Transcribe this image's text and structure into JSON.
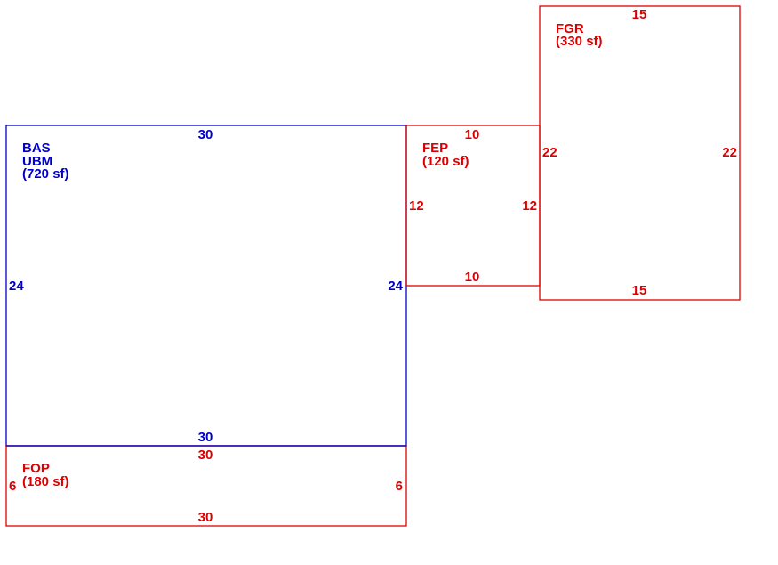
{
  "colors": {
    "main": "#0000cc",
    "addition": "#dd0000",
    "background": "#ffffff"
  },
  "areas": [
    {
      "id": "bas",
      "color": "main",
      "lines": [
        "BAS",
        "UBM",
        "(720 sf)"
      ],
      "dims": {
        "top": "30",
        "bottom": "30",
        "left": "24",
        "right": "24"
      }
    },
    {
      "id": "fep",
      "color": "addition",
      "lines": [
        "FEP",
        "(120 sf)"
      ],
      "dims": {
        "top": "10",
        "bottom": "10",
        "left": "12",
        "right": "12"
      }
    },
    {
      "id": "fgr",
      "color": "addition",
      "lines": [
        "FGR",
        "(330 sf)"
      ],
      "dims": {
        "top": "15",
        "bottom": "15",
        "left": "22",
        "right": "22"
      }
    },
    {
      "id": "fop",
      "color": "addition",
      "lines": [
        "FOP",
        "(180 sf)"
      ],
      "dims": {
        "top": "30",
        "bottom": "30",
        "left": "6",
        "right": "6"
      }
    }
  ]
}
